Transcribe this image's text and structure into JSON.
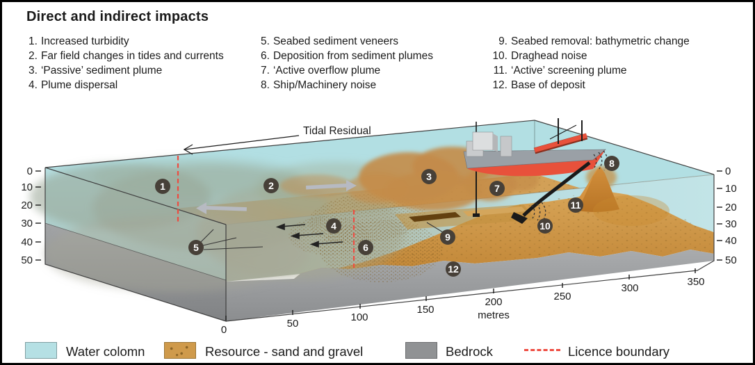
{
  "header": {
    "title": "Direct and indirect impacts"
  },
  "impacts": [
    {
      "num": "1.",
      "label": "Increased turbidity"
    },
    {
      "num": "2.",
      "label": "Far field changes in tides and currents"
    },
    {
      "num": "3.",
      "label": "‘Passive’ sediment plume"
    },
    {
      "num": "4.",
      "label": "Plume dispersal"
    },
    {
      "num": "5.",
      "label": "Seabed sediment veneers"
    },
    {
      "num": "6.",
      "label": "Deposition from sediment plumes"
    },
    {
      "num": "7.",
      "label": "‘Active overflow plume"
    },
    {
      "num": "8.",
      "label": "Ship/Machinery noise"
    },
    {
      "num": "9.",
      "label": "Seabed removal: bathymetric change"
    },
    {
      "num": "10.",
      "label": "Draghead noise"
    },
    {
      "num": "11.",
      "label": "‘Active’ screening plume"
    },
    {
      "num": "12.",
      "label": "Base of deposit"
    }
  ],
  "diagram": {
    "tidal_residual_label": "Tidal Residual",
    "markers": [
      "1",
      "2",
      "3",
      "4",
      "5",
      "6",
      "7",
      "8",
      "9",
      "10",
      "11",
      "12"
    ]
  },
  "axes": {
    "depth_left": [
      "0",
      "10",
      "20",
      "30",
      "40",
      "50"
    ],
    "depth_right": [
      "0",
      "10",
      "20",
      "30",
      "40",
      "50"
    ],
    "distance": [
      "0",
      "50",
      "100",
      "150",
      "200",
      "250",
      "300",
      "350"
    ],
    "distance_unit": "metres"
  },
  "legend": {
    "water": "Water colomn",
    "resource": "Resource - sand and gravel",
    "bedrock": "Bedrock",
    "licence": "Licence boundary"
  },
  "colors": {
    "water": "#b5e0e4",
    "resource_sand": "#cf9a4b",
    "bedrock": "#909294",
    "licence_boundary": "#ee4b40",
    "marker": "#474038",
    "ship_red": "#e8513b",
    "turbid_murk": "#96a392"
  }
}
